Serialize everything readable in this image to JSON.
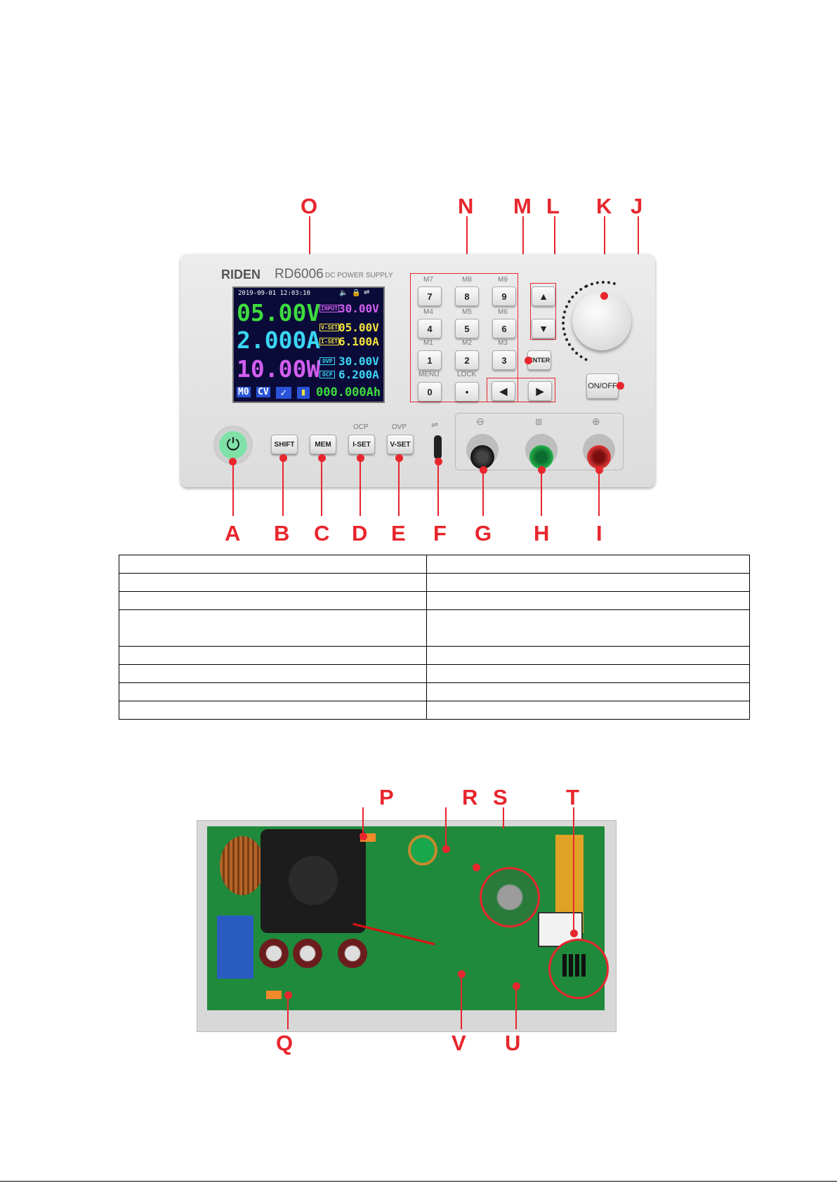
{
  "callouts": [
    "O",
    "N",
    "M",
    "L",
    "K",
    "J",
    "A",
    "B",
    "C",
    "D",
    "E",
    "F",
    "G",
    "H",
    "I",
    "P",
    "R",
    "S",
    "T",
    "Q",
    "V",
    "U"
  ],
  "device": {
    "brand": "RIDEN",
    "model": "RD6006",
    "subtitle": "DC POWER SUPPLY",
    "screen": {
      "datetime": "2019-09-01  12:03:10",
      "voltage": "05.00V",
      "current": "2.000A",
      "power": "10.00W",
      "input_label": "INPUT",
      "input_value": "30.00V",
      "vset_label": "V-SET",
      "vset_value": "05.00V",
      "iset_label": "I-SET",
      "iset_value": "6.100A",
      "ovp_label": "OVP",
      "ovp_value": "30.00V",
      "ocp_label": "OCP",
      "ocp_value": "6.200A",
      "mode1": "M0",
      "mode2": "CV",
      "capacity": "000.000Ah"
    },
    "keypad": {
      "memory_labels": [
        "M7",
        "M8",
        "M9",
        "M4",
        "M5",
        "M6",
        "M1",
        "M2",
        "M3",
        "MENU",
        "LOCK"
      ],
      "keys": [
        "7",
        "8",
        "9",
        "4",
        "5",
        "6",
        "1",
        "2",
        "3",
        "0",
        "•"
      ]
    },
    "buttons": {
      "enter": "ENTER",
      "onoff": "ON/OFF",
      "shift": "SHIFT",
      "mem": "MEM",
      "iset": "I-SET",
      "vset": "V-SET",
      "ocp": "OCP",
      "ovp": "OVP"
    },
    "terminal_symbols": {
      "minus": "⊖",
      "plus": "⊕"
    }
  },
  "table": {
    "rows": 8,
    "cols": 2
  },
  "colors": {
    "callout": "#e8262d",
    "screen_bg": "#0b0b3a",
    "pcb": "#1f8a3c"
  }
}
